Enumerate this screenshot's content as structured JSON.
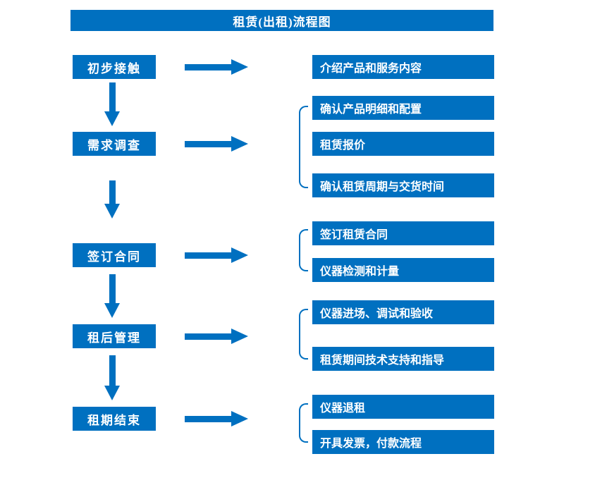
{
  "title": "租赁(出租)流程图",
  "colors": {
    "primary": "#0070C0",
    "box_text": "#FFFFFF",
    "background": "#FFFFFF"
  },
  "stages": [
    {
      "label": "初步接触",
      "details": [
        "介绍产品和服务内容"
      ]
    },
    {
      "label": "需求调查",
      "details": [
        "确认产品明细和配置",
        "租赁报价",
        "确认租赁周期与交货时间"
      ]
    },
    {
      "label": "签订合同",
      "details": [
        "签订租赁合同",
        "仪器检测和计量"
      ]
    },
    {
      "label": "租后管理",
      "details": [
        "仪器进场、调试和验收",
        "租赁期间技术支持和指导"
      ]
    },
    {
      "label": "租期结束",
      "details": [
        "仪器退租",
        "开具发票，付款流程"
      ]
    }
  ]
}
